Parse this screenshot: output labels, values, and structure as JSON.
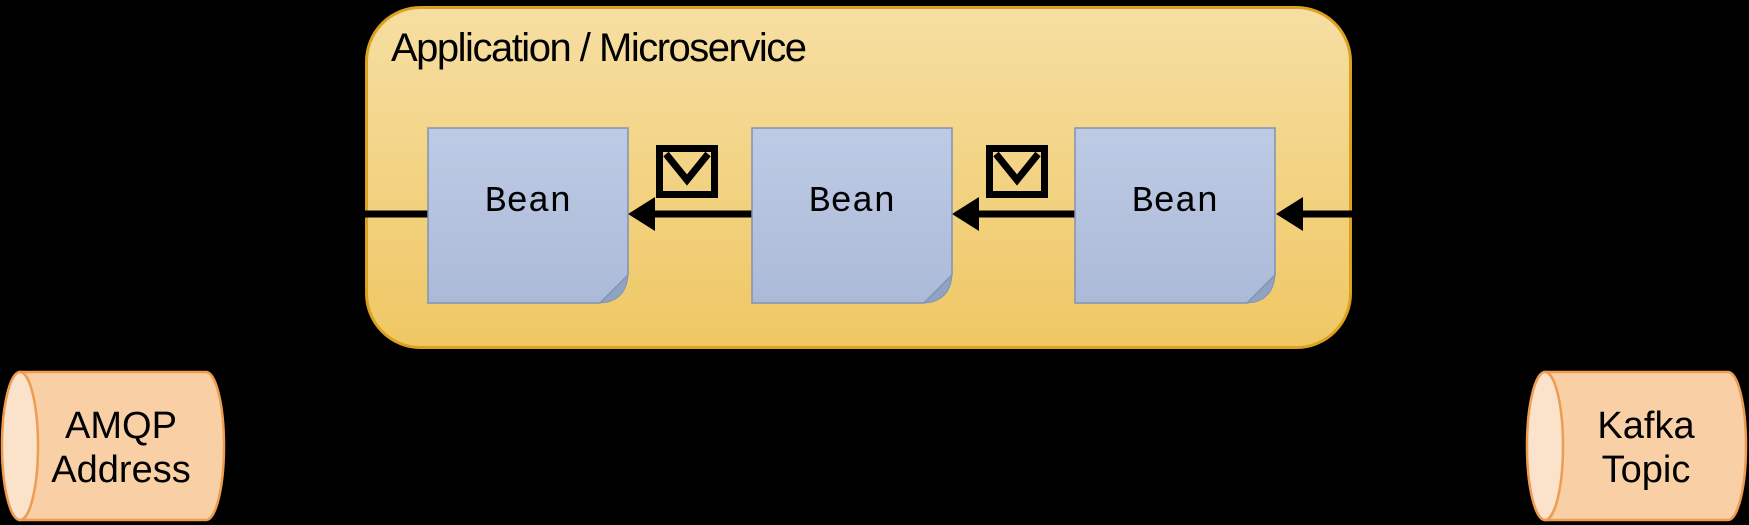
{
  "application": {
    "title": "Application / Microservice"
  },
  "beans": {
    "labels": [
      "Bean",
      "Bean",
      "Bean"
    ]
  },
  "messaging": {
    "amqp": {
      "line1": "AMQP",
      "line2": "Address"
    },
    "kafka": {
      "line1": "Kafka",
      "line2": "Topic"
    }
  },
  "colors": {
    "background": "#000000",
    "app_fill_top": "#F6DFA3",
    "app_fill_bottom": "#EFC763",
    "app_border": "#DCA21F",
    "bean_fill_top": "#BECBE5",
    "bean_fill_bottom": "#ABBAD8",
    "bean_border": "#8191B4",
    "bean_fold": "#90A3C2",
    "cylinder_body": "#F9CFA5",
    "cylinder_cap": "#FBE2CB",
    "cylinder_border": "#ED9C52",
    "arrow": "#000000",
    "text": "#000000"
  }
}
